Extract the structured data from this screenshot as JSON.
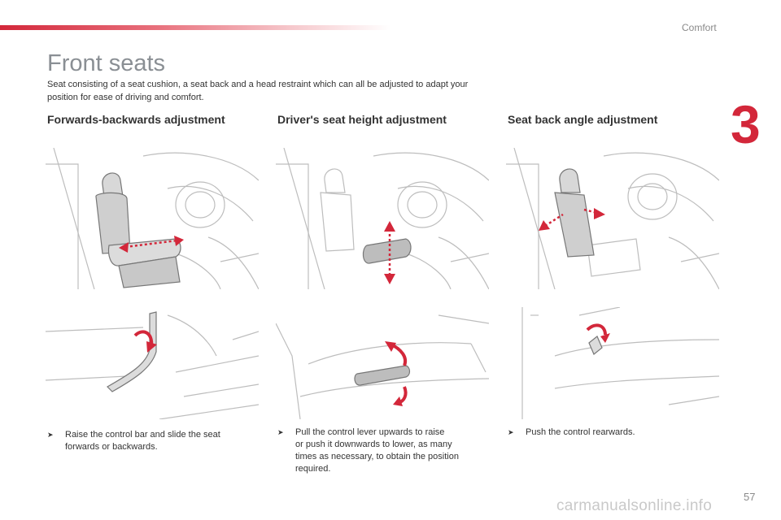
{
  "header": {
    "section_name": "Comfort",
    "chapter_number": "3",
    "accent_color": "#d3273a"
  },
  "page": {
    "title": "Front seats",
    "intro": "Seat consisting of a seat cushion, a seat back and a head restraint which can all be adjusted to adapt your position for ease of driving and comfort.",
    "page_number": "57",
    "watermark": "carmanualsonline.info"
  },
  "columns": [
    {
      "heading": "Forwards-backwards adjustment",
      "instruction_lines": [
        "Raise the control bar and slide the seat",
        "forwards or backwards."
      ]
    },
    {
      "heading": "Driver's seat height adjustment",
      "instruction_lines": [
        "Pull the control lever upwards to raise",
        "or push it downwards to lower, as many",
        "times as necessary, to obtain the position",
        "required."
      ]
    },
    {
      "heading": "Seat back angle adjustment",
      "instruction_lines": [
        "Push the control rearwards."
      ]
    }
  ],
  "icons": {
    "bullet": "arrow-bullet-icon",
    "bullet_glyph": "F"
  }
}
